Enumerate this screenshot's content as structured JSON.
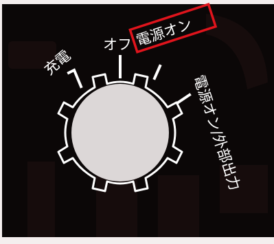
{
  "dial": {
    "positions": [
      {
        "id": "charge",
        "label": "充電",
        "selected": false
      },
      {
        "id": "off",
        "label": "オフ",
        "selected": false
      },
      {
        "id": "power-on",
        "label": "電源オン",
        "selected": true
      },
      {
        "id": "power-on-external",
        "label": "電源オン/外部出力",
        "selected": false
      }
    ],
    "highlight_color": "#e0141c",
    "knob_color": "#dcd7d7",
    "outline_color": "#ffffff"
  }
}
